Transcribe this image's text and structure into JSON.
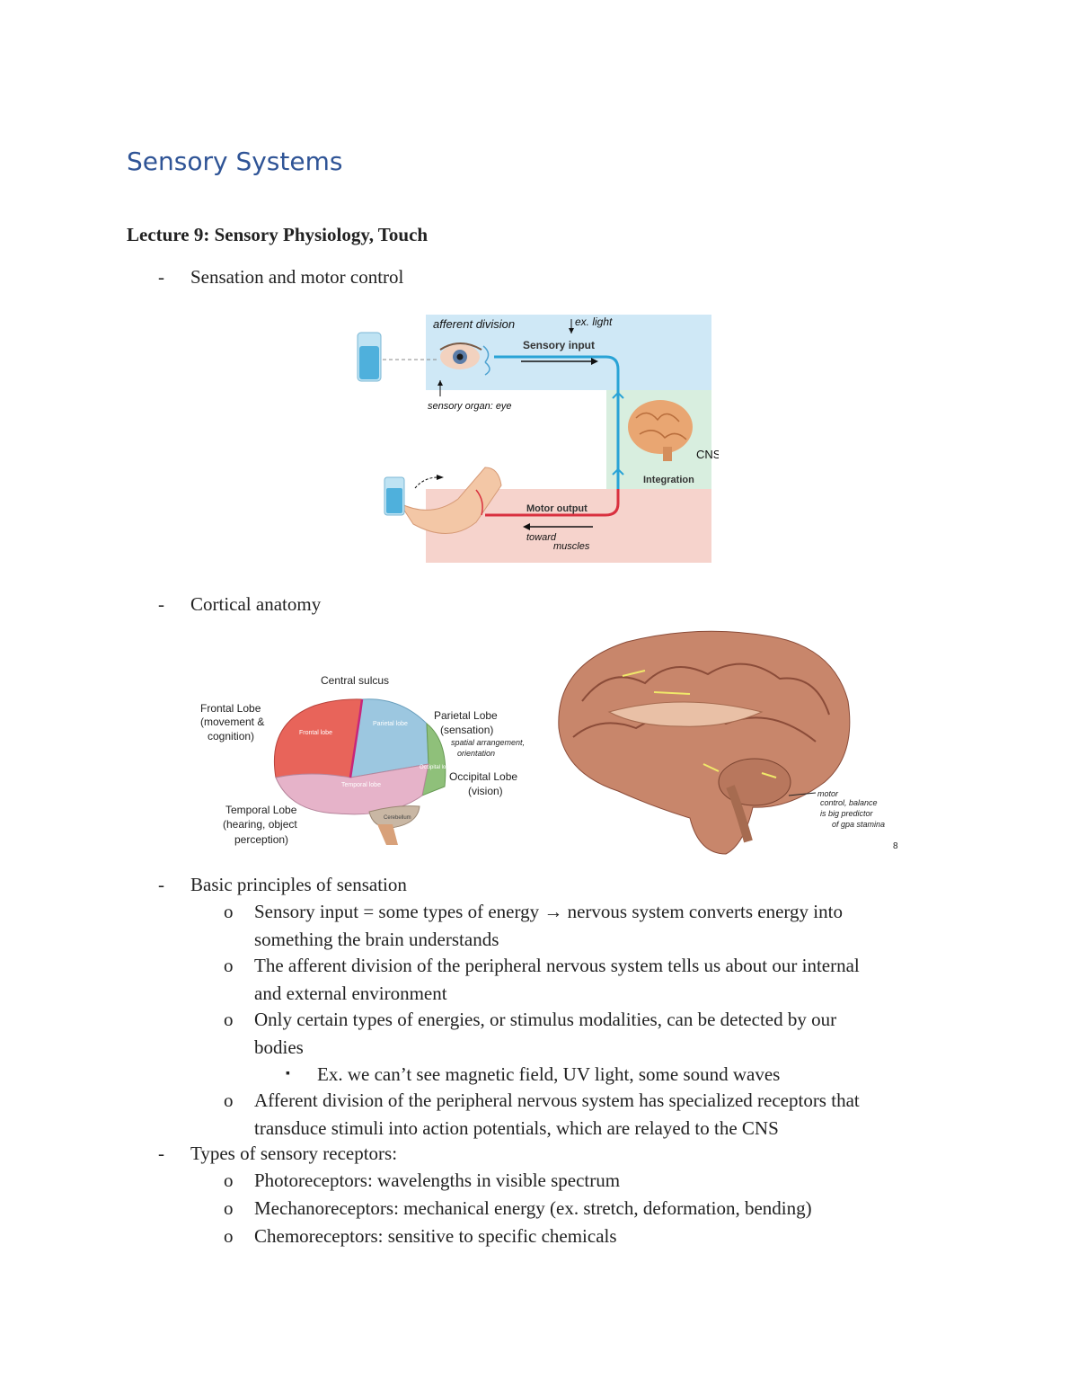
{
  "doc": {
    "title": "Sensory Systems",
    "lecture": "Lecture 9: Sensory Physiology, Touch",
    "bullets": {
      "b1": "Sensation and motor control",
      "b2": "Cortical anatomy",
      "b3": "Basic principles of sensation",
      "b3_1a": "Sensory input = some types of energy → nervous system converts energy into",
      "b3_1b": "something the brain understands",
      "b3_2a": "The afferent division of the peripheral nervous system tells us about our internal",
      "b3_2b": "and external environment",
      "b3_3a": "Only certain types of energies, or stimulus modalities, can be detected by our",
      "b3_3b": "bodies",
      "b3_3_1": "Ex. we can’t see magnetic field, UV light, some sound waves",
      "b3_4a": "Afferent division of the peripheral nervous system has specialized receptors that",
      "b3_4b": "transduce stimuli into action potentials, which are relayed to the CNS",
      "b4": "Types of sensory receptors:",
      "b4_1": "Photoreceptors: wavelengths in visible spectrum",
      "b4_2": "Mechanoreceptors: mechanical energy (ex. stretch, deformation, bending)",
      "b4_3": "Chemoreceptors: sensitive to specific chemicals"
    },
    "markers": {
      "dash": "-",
      "o": "o",
      "sq": "▪"
    }
  },
  "fig1": {
    "afferent": "afferent division",
    "exlight": "ex. light",
    "sensory_input": "Sensory input",
    "sensory_organ": "sensory organ: eye",
    "cns": "CNS",
    "integration": "Integration",
    "motor_output": "Motor output",
    "toward": "toward",
    "muscles": "muscles"
  },
  "fig2": {
    "central_sulcus": "Central sulcus",
    "frontal1": "Frontal Lobe",
    "frontal2": "(movement &",
    "frontal3": "cognition)",
    "parietal1": "Parietal Lobe",
    "parietal2": "(sensation)",
    "parietal3": "spatial arrangement,",
    "parietal4": "orientation",
    "occipital1": "Occipital Lobe",
    "occipital2": "(vision)",
    "temporal1": "Temporal Lobe",
    "temporal2": "(hearing, object",
    "temporal3": "perception)",
    "in_frontal": "Frontal lobe",
    "in_parietal": "Parietal lobe",
    "in_temporal": "Temporal lobe",
    "in_occipital": "Occipital lobe",
    "in_cerebellum": "Cerebellum"
  },
  "fig3": {
    "motor1": "motor",
    "motor2": "control, balance",
    "motor3": "is big predictor",
    "motor4": "of gpa stamina",
    "page_num": "8"
  },
  "colors": {
    "title": "#2f5496",
    "sensory_band": "#cfe8f6",
    "integration_band": "#d8eedf",
    "motor_band": "#f6d3cc",
    "frontal": "#e8645a",
    "parietal": "#9cc7e0",
    "temporal": "#e6b3c9",
    "occipital": "#8fc07a",
    "brain_tan": "#c8866b"
  }
}
